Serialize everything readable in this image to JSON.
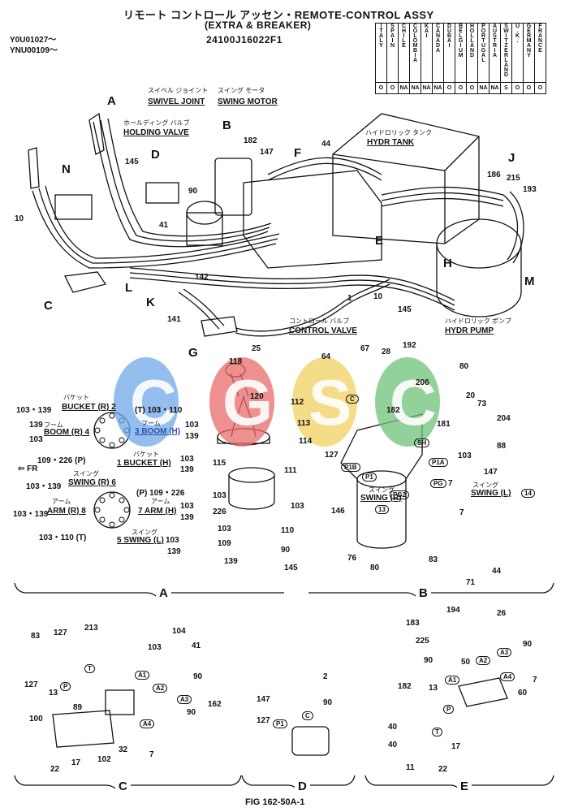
{
  "header": {
    "title": "リモート コントロール アッセン・REMOTE-CONTROL ASSY",
    "subtitle": "(EXTRA & BREAKER)",
    "part_code": "24100J16022F1",
    "serials": [
      "Y0U01027～",
      "YNU00109～"
    ]
  },
  "countries": {
    "names": [
      "ITALY",
      "SPAIN",
      "CHILE",
      "COLOMBIA",
      "KAI",
      "CANADA",
      "DUBAI",
      "BELGIUM",
      "HOLLAND",
      "PORTUGAL",
      "AUSTRIA",
      "SWITZERLAND",
      "U.K.",
      "GERMANY",
      "FRANCE"
    ],
    "values": [
      "O",
      "O",
      "NA",
      "NA",
      "NA",
      "NA",
      "O",
      "O",
      "O",
      "NA",
      "NA",
      "S",
      "O",
      "O",
      "O"
    ]
  },
  "callouts": {
    "swivel_joint_jp": "スイベル ジョイント",
    "swivel_joint": "SWIVEL JOINT",
    "swing_motor_jp": "スイング モータ",
    "swing_motor": "SWING MOTOR",
    "holding_valve_jp": "ホールディング バルブ",
    "holding_valve": "HOLDING VALVE",
    "hydr_tank_jp": "ハイドロリック タンク",
    "hydr_tank": "HYDR TANK",
    "control_valve_jp": "コントロール バルブ",
    "control_valve": "CONTROL VALVE",
    "hydr_pump_jp": "ハイドロリック ポンプ",
    "hydr_pump": "HYDR PUMP"
  },
  "view_letters": [
    "A",
    "B",
    "C",
    "D",
    "E",
    "F",
    "G",
    "H",
    "J",
    "K",
    "L",
    "M",
    "N"
  ],
  "main_numbers": [
    "182",
    "147",
    "44",
    "90",
    "41",
    "145",
    "10",
    "142",
    "141",
    "25",
    "1",
    "10",
    "145",
    "186",
    "215",
    "193"
  ],
  "section_a": {
    "numbers": [
      "118",
      "120",
      "112",
      "113",
      "114",
      "115",
      "111",
      "103",
      "226",
      "103",
      "109",
      "139",
      "90",
      "145",
      "103",
      "110"
    ],
    "port_labels": {
      "bucket_r": "BUCKET (R) 2",
      "bucket_r_jp": "バケット",
      "bucket_r_nums": "103・139",
      "t_label": "(T) 103・110",
      "boom_r": "BOOM (R) 4",
      "boom_r_jp": "フーム",
      "boom_r_nums": "139",
      "boom_r_nums2": "103",
      "boom_h": "3 BOOM (H)",
      "boom_h_jp": "フーム",
      "boom_h_nums": "103",
      "boom_h_nums2": "139",
      "p_label": "109・226 (P)",
      "bucket_h": "1 BUCKET (H)",
      "bucket_h_jp": "バケット",
      "bucket_h_nums": "103",
      "bucket_h_nums2": "139",
      "fr": "FR",
      "swing_r": "SWING (R) 6",
      "swing_r_jp": "スイング",
      "swing_r_nums": "103・139",
      "p2_label": "(P) 109・226",
      "arm_r": "ARM (R) 8",
      "arm_r_jp": "アーム",
      "arm_r_nums": "103・139",
      "arm_h": "7 ARM (H)",
      "arm_h_jp": "アーム",
      "arm_h_nums": "103",
      "arm_h_nums2": "139",
      "t2_label": "103・110 (T)",
      "swing_l": "5 SWING (L)",
      "swing_l_jp": "スイング",
      "swing_l_nums": "103",
      "swing_l_nums2": "139"
    }
  },
  "section_b": {
    "numbers": [
      "64",
      "67",
      "28",
      "192",
      "206",
      "80",
      "20",
      "73",
      "182",
      "181",
      "204",
      "88",
      "127",
      "103",
      "147",
      "146",
      "76",
      "80",
      "83",
      "71",
      "44",
      "7",
      "7"
    ],
    "tags": [
      "C",
      "SH",
      "P1B",
      "P1",
      "P1A",
      "PG",
      "PG2"
    ],
    "swing_r_jp": "スイング",
    "swing_r": "SWING (R)",
    "swing_r_tag": "13",
    "swing_l_jp": "スイング",
    "swing_l": "SWING (L)",
    "swing_l_tag": "14"
  },
  "section_c": {
    "numbers": [
      "83",
      "127",
      "213",
      "104",
      "103",
      "41",
      "90",
      "127",
      "13",
      "89",
      "162",
      "90",
      "100",
      "32",
      "22",
      "17",
      "102",
      "7"
    ],
    "tags": [
      "T",
      "P",
      "A1",
      "A2",
      "A3",
      "A4"
    ]
  },
  "section_d": {
    "numbers": [
      "2",
      "147",
      "90",
      "127"
    ],
    "tags": [
      "P1",
      "C"
    ]
  },
  "section_e": {
    "numbers": [
      "194",
      "26",
      "183",
      "225",
      "90",
      "50",
      "90",
      "182",
      "13",
      "60",
      "7",
      "40",
      "40",
      "11",
      "17",
      "22"
    ],
    "tags": [
      "A3",
      "A2",
      "A1",
      "A4",
      "P",
      "T"
    ]
  },
  "sections": [
    "A",
    "B",
    "C",
    "D",
    "E"
  ],
  "watermark": [
    "C",
    "G",
    "S",
    "C"
  ],
  "figure": "FIG 162-50A-1"
}
